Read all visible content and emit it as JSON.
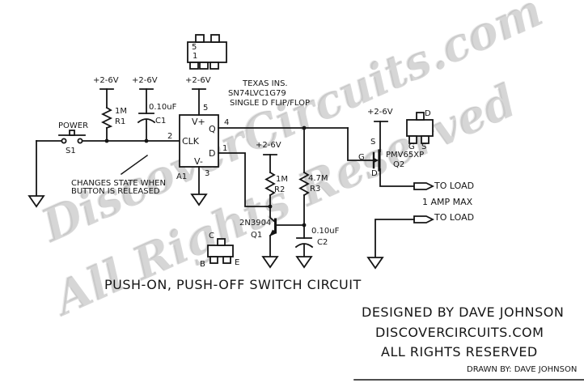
{
  "colors": {
    "ink": "#151515",
    "watermark_gray": "#7d7d7d",
    "background": "#ffffff"
  },
  "watermark": {
    "line1": "DiscoverCircuits.com",
    "line2": "All Rights Reserved"
  },
  "title": "PUSH-ON, PUSH-OFF SWITCH CIRCUIT",
  "supply_label": "+2-6V",
  "power_switch": {
    "label": "POWER",
    "ref": "S1"
  },
  "note": {
    "line1": "CHANGES STATE WHEN",
    "line2": "BUTTON IS RELEASED"
  },
  "ic": {
    "maker": "TEXAS INS.",
    "part": "SN74LVC1G79",
    "desc": "SINGLE D FLIP/FLOP",
    "ref": "A1",
    "pin_labels": {
      "vplus": "V+",
      "q": "Q",
      "clk": "CLK",
      "d": "D",
      "vminus": "V-"
    },
    "pin_numbers": {
      "vplus": "5",
      "q": "4",
      "clk": "2",
      "d": "1",
      "vminus": "3"
    },
    "package": {
      "pin5": "5",
      "pin1": "1"
    }
  },
  "r1": {
    "value": "1M",
    "ref": "R1"
  },
  "c1": {
    "value": "0.10uF",
    "ref": "C1"
  },
  "r2": {
    "value": "1M",
    "ref": "R2"
  },
  "r3": {
    "value": "4.7M",
    "ref": "R3"
  },
  "c2": {
    "value": "0.10uF",
    "ref": "C2"
  },
  "q1": {
    "part": "2N3904",
    "ref": "Q1",
    "pkg": {
      "c": "C",
      "b": "B",
      "e": "E"
    }
  },
  "q2": {
    "part": "PMV65XP",
    "ref": "Q2",
    "s": "S",
    "g": "G",
    "d": "D",
    "pkg": {
      "d": "D",
      "g": "G",
      "s": "S"
    }
  },
  "outputs": {
    "load1": "TO LOAD",
    "rating": "1 AMP MAX",
    "load2": "TO LOAD"
  },
  "footer": {
    "designed": "DESIGNED BY DAVE JOHNSON",
    "site": "DISCOVERCIRCUITS.COM",
    "rights": "ALL RIGHTS RESERVED",
    "drawn": "DRAWN BY: DAVE JOHNSON"
  }
}
